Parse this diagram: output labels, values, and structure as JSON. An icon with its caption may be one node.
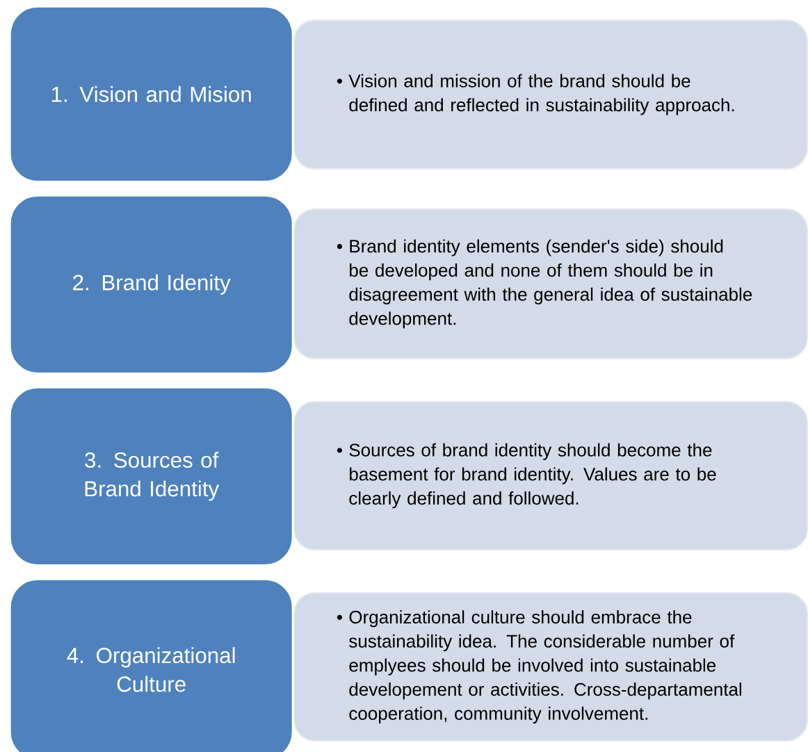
{
  "diagram": {
    "nodes": [
      {
        "text": [
          "1. Vision and Mision"
        ]
      },
      {
        "text": [
          "Vision and mission of the brand should be defined and  reflected in sustainability approach."
        ]
      },
      {
        "text": [
          "2. Brand Idenity"
        ]
      },
      {
        "text": [
          "Brand identity elements (sender's side) should be developed and none of them should be in disagreement with the general idea of sustainable development."
        ]
      },
      {
        "text": [
          "3. Sources of Brand Identity"
        ]
      },
      {
        "text": [
          "Sources of brand  identity should become the basement for brand identity. Values are to be clearly defined and followed."
        ]
      },
      {
        "text": [
          "4. Organizational Culture"
        ]
      },
      {
        "text": [
          "Organizational culture should embrace the sustainability idea. The considerable number of emplyees should be involved into sustainable developement or activities. Cross-departamental cooperation, community involvement."
        ]
      }
    ]
  }
}
